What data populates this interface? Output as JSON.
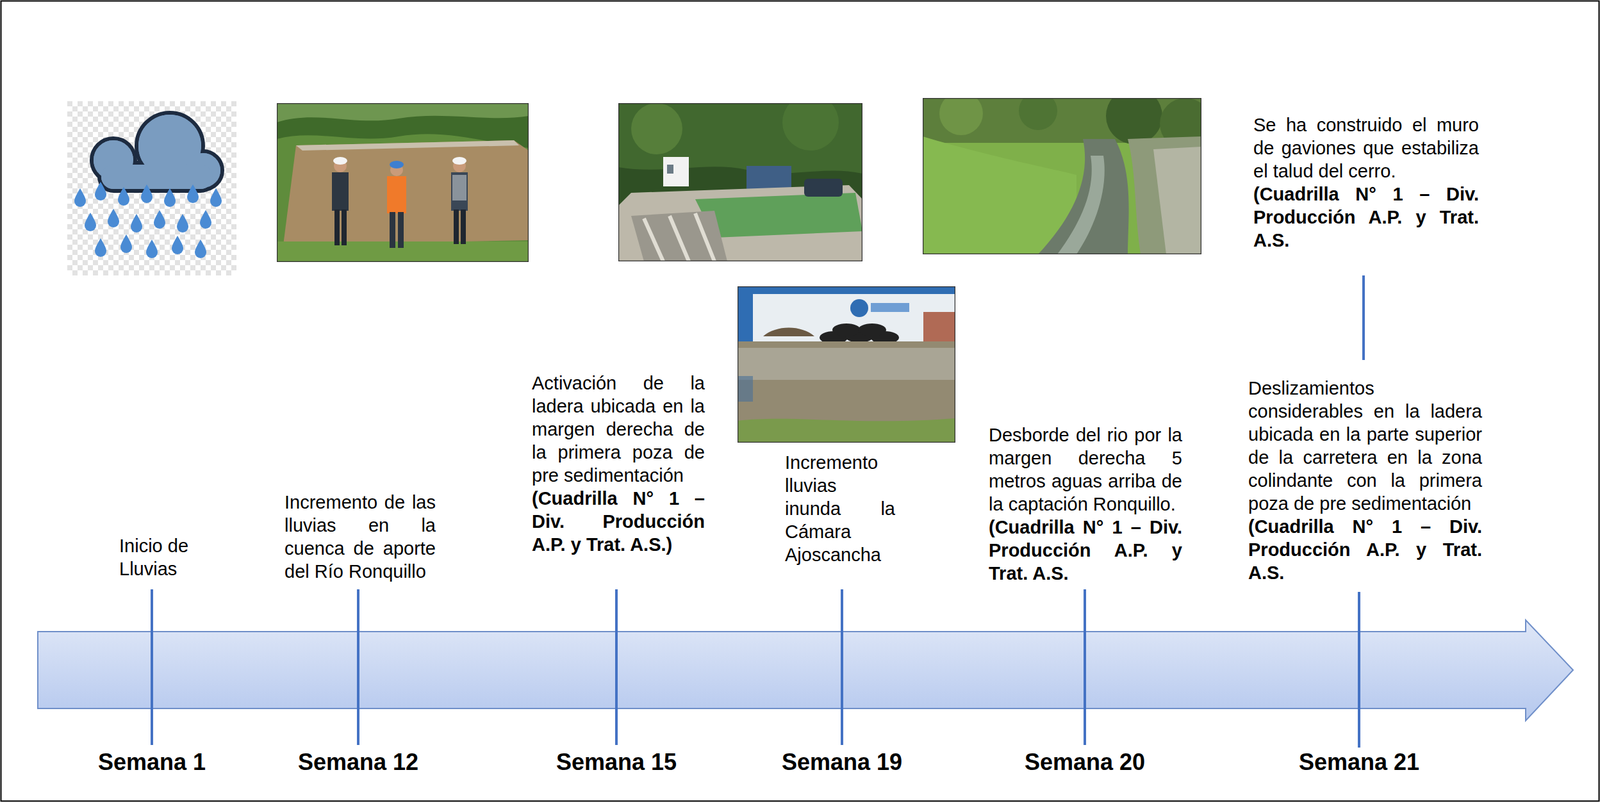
{
  "diagram": {
    "labels": [
      "Inicio de Lluvias",
      "Incremento de las lluvias en la cuenca de aporte del Río Ronquillo",
      "Activación de la ladera ubicada en la margen derecha de la primera poza de pre sedimentación",
      "(Cuadrilla N° 1 – Div. Producción A.P. y Trat. A.S.)",
      "Incremento lluvias inunda la Cámara Ajoscancha",
      "Desborde del rio por la margen derecha 5 metros aguas arriba de la captación Ronquillo.",
      "(Cuadrilla N° 1 – Div. Producción A.P. y Trat. A.S.",
      "Se ha construido el muro de gaviones que estabiliza el talud del cerro.",
      "(Cuadrilla N° 1 – Div. Producción A.P. y Trat. A.S.",
      "Deslizamientos considerables en la ladera ubicada en la parte superior de la carretera en la zona colindante con la primera poza de pre sedimentación",
      "(Cuadrilla N° 1 – Div. Producción A.P. y Trat. A.S.",
      "Semana 1",
      "Semana 12",
      "Semana 15",
      "Semana 19",
      "Semana 20",
      "Semana 21"
    ]
  }
}
